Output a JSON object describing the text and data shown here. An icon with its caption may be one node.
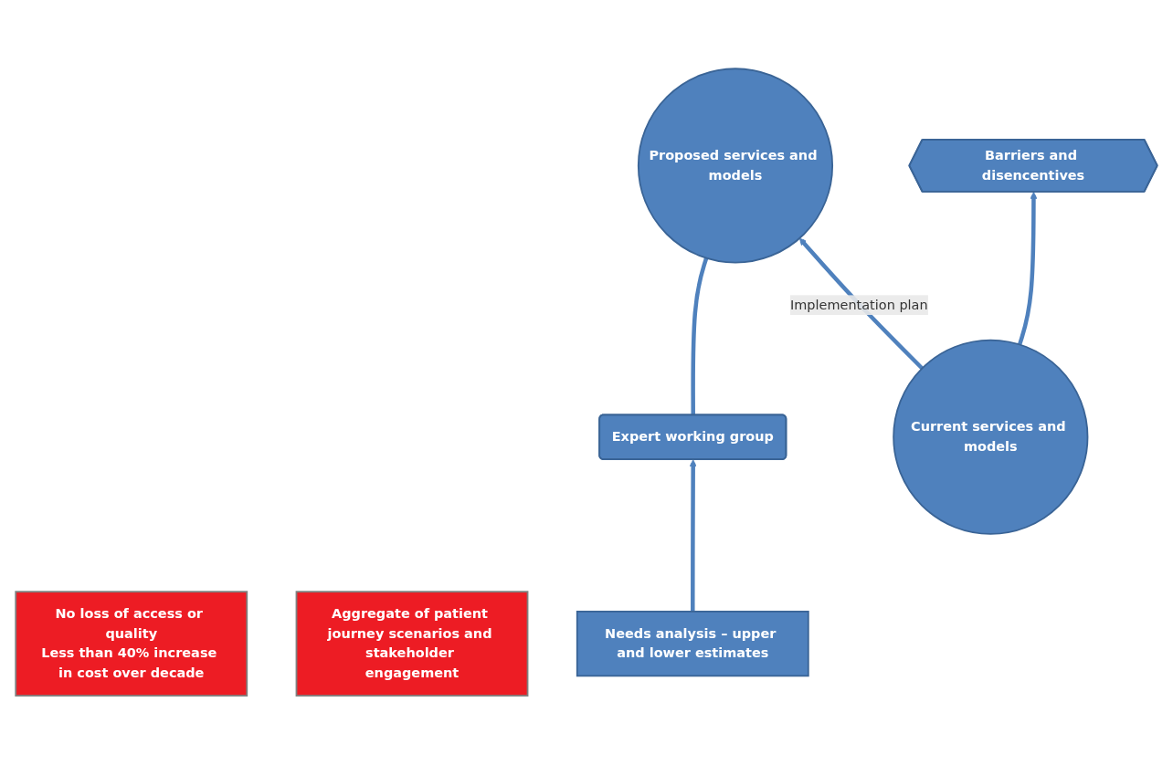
{
  "diagram": {
    "nodes": [
      {
        "text": [
          "No loss of access or quality",
          "Less than 40% increase in cost over decade"
        ]
      },
      {
        "text": [
          "Proposed services and models"
        ]
      },
      {
        "text": [
          "Current services and models"
        ]
      },
      {
        "text": [
          "Aggregate of patient journey scenarios and stakeholder engagement"
        ]
      },
      {
        "text": [
          "Barriers and disencentives"
        ]
      },
      {
        "text": [
          "Expert working group"
        ]
      },
      {
        "text": [
          "Needs analysis – upper and lower estimates"
        ]
      }
    ],
    "edges": [
      {
        "from": 2,
        "to": 1,
        "arrow": "to",
        "label": "Implementation plan"
      },
      {
        "from": 2,
        "to": 4,
        "arrow": "to"
      },
      {
        "from": 5,
        "to": 1,
        "arrow": "none"
      },
      {
        "from": 6,
        "to": 5,
        "arrow": "to"
      }
    ]
  }
}
